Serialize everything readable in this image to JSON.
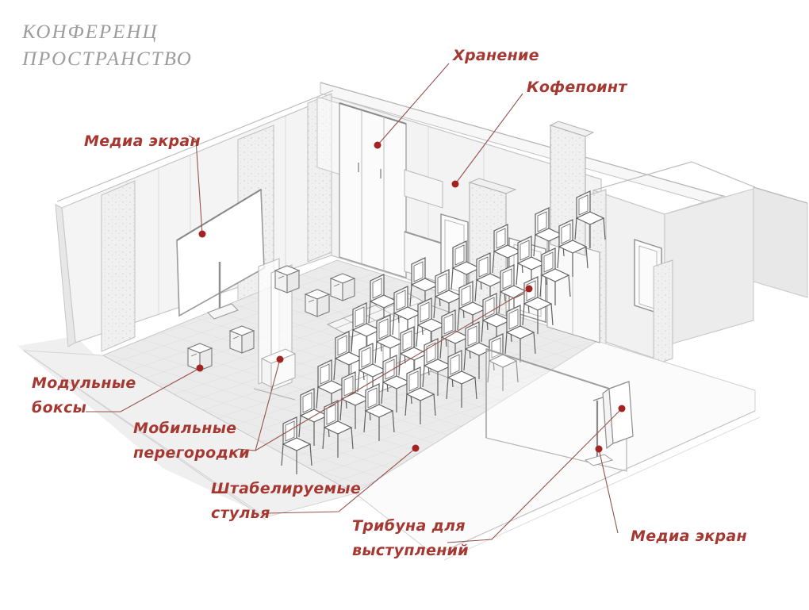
{
  "title": {
    "line1": "КОНФЕРЕНЦ",
    "line2": "ПРОСТРАНСТВО"
  },
  "labels": {
    "media_screen_left": {
      "text": "Медиа экран"
    },
    "storage": {
      "text": "Хранение"
    },
    "coffee_point": {
      "text": "Кофепоинт"
    },
    "modular_boxes": {
      "line1": "Модульные",
      "line2": "боксы"
    },
    "mobile_partitions": {
      "line1": "Мобильные",
      "line2": "перегородки"
    },
    "stacking_chairs": {
      "line1": "Штабелируемые",
      "line2": "стулья"
    },
    "lectern": {
      "line1": "Трибуна для",
      "line2": "выступлений"
    },
    "media_screen_right": {
      "text": "Медиа экран"
    }
  },
  "colors": {
    "label_red": "#a63832",
    "leader_red": "#96524b",
    "dot_red": "#a32222",
    "title_gray": "#9c9c9c",
    "line_gray": "#c4c4c4",
    "wall_fill": "#f3f3f3",
    "background": "#ffffff"
  }
}
